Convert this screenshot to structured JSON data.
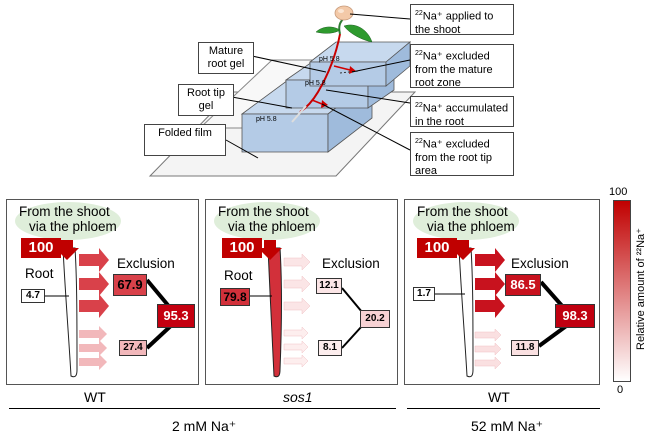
{
  "top_diagram": {
    "labels": {
      "mature_root_gel": "Mature root gel",
      "root_tip_gel": "Root tip gel",
      "folded_film": "Folded film",
      "ph_mature": "pH 5.8",
      "ph_middle": "pH 5.8",
      "ph_tip": "pH 5.8"
    },
    "callouts": {
      "applied": "Na⁺ applied to the shoot",
      "excluded_mature": "Na⁺ excluded from the mature root zone",
      "accumulated": "Na⁺ accumulated in the root",
      "excluded_tip": "Na⁺ excluded from the root tip area"
    },
    "isotope_superscript": "22"
  },
  "panels": [
    {
      "shoot_text_1": "From the shoot",
      "shoot_text_2": "via the phloem",
      "input": "100",
      "root_label": "Root",
      "exclusion_label": "Exclusion",
      "root_value": "4.7",
      "mature_exclusion": "67.9",
      "tip_exclusion": "27.4",
      "total_exclusion": "95.3",
      "genotype": "WT",
      "root_color": "#ffffff",
      "mature_color": "#d9414a",
      "tip_color": "#f2b8bb",
      "total_color": "#c40010"
    },
    {
      "shoot_text_1": "From the shoot",
      "shoot_text_2": "via the phloem",
      "input": "100",
      "root_label": "Root",
      "exclusion_label": "Exclusion",
      "root_value": "79.8",
      "mature_exclusion": "12.1",
      "tip_exclusion": "8.1",
      "total_exclusion": "20.2",
      "genotype": "sos1",
      "root_color": "#d2303a",
      "mature_color": "#fbe5e6",
      "tip_color": "#fdeeee",
      "total_color": "#f7d2d4"
    },
    {
      "shoot_text_1": "From the shoot",
      "shoot_text_2": "via the phloem",
      "input": "100",
      "root_label": "",
      "exclusion_label": "Exclusion",
      "root_value": "1.7",
      "mature_exclusion": "86.5",
      "tip_exclusion": "11.8",
      "total_exclusion": "98.3",
      "genotype": "WT",
      "root_color": "#ffffff",
      "mature_color": "#c8121e",
      "tip_color": "#fae0e1",
      "total_color": "#c00010"
    }
  ],
  "conditions": {
    "low": "2 mM Na⁺",
    "high": "52 mM Na⁺"
  },
  "legend": {
    "max": "100",
    "min": "0",
    "title": "Relative amount of ²²Na⁺",
    "color_high": "#c00000",
    "color_low": "#ffffff"
  }
}
